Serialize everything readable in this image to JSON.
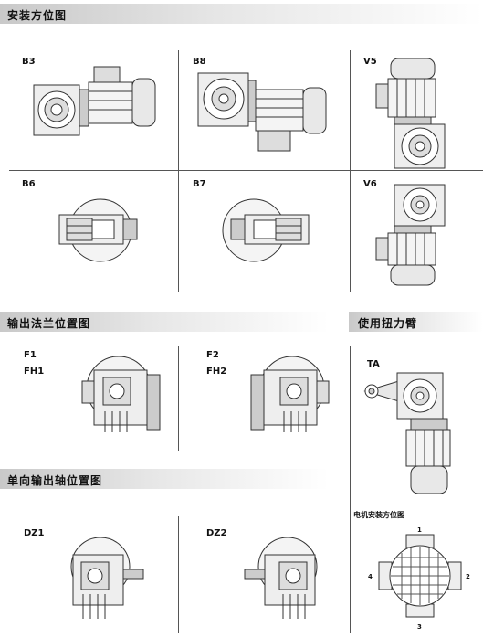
{
  "sections": {
    "install_orientation": "安装方位图",
    "output_flange": "输出法兰位置图",
    "torque_arm": "使用扭力臂",
    "single_output_shaft": "单向输出轴位置图"
  },
  "mounting_positions": [
    "B3",
    "B8",
    "V5",
    "B6",
    "B7",
    "V6"
  ],
  "flange_positions": {
    "f1": "F1",
    "fh1": "FH1",
    "f2": "F2",
    "fh2": "FH2"
  },
  "torque_arm_label": "TA",
  "shaft_positions": [
    "DZ1",
    "DZ2"
  ],
  "motor_diagram": {
    "title": "电机安装方位图",
    "positions": [
      "1",
      "2",
      "3",
      "4"
    ]
  }
}
